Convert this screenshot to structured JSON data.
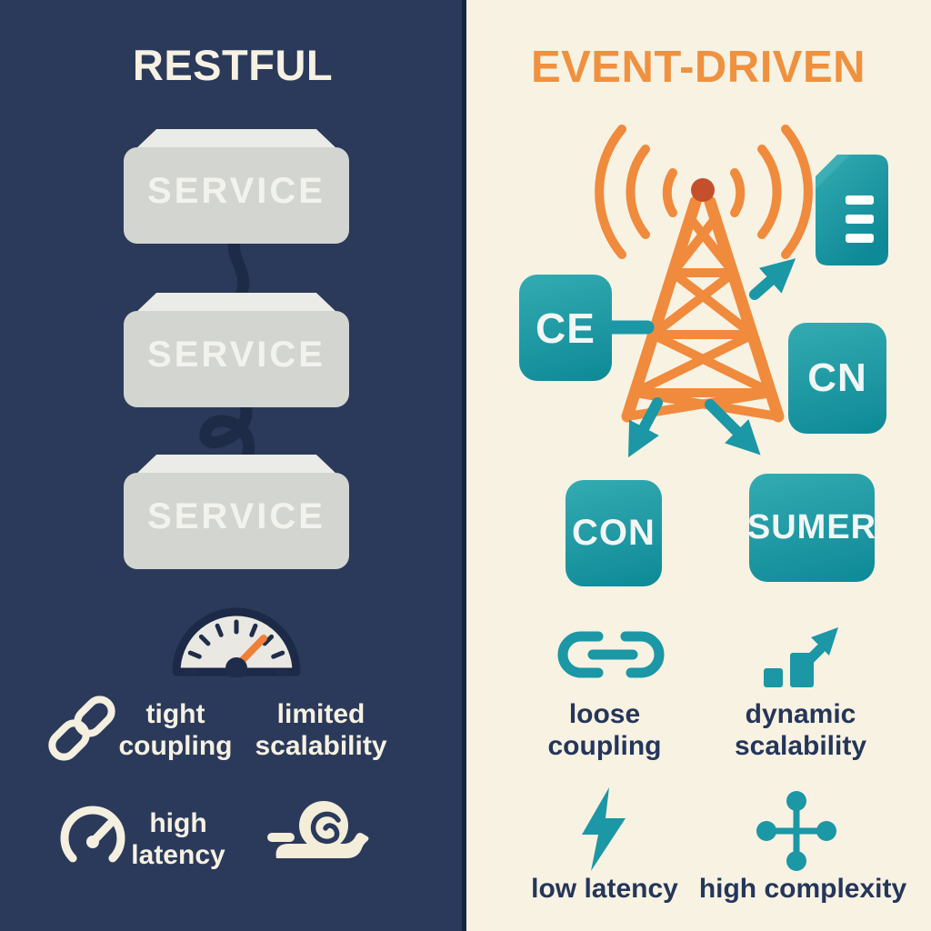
{
  "meta": {
    "kind": "architecture-comparison-infographic"
  },
  "colors": {
    "left_background": "#2b3a5a",
    "right_background": "#f8f2e3",
    "accent_orange": "#ef913e",
    "accent_teal": "#1b97a5",
    "teal_box_gradient_top": "#34abb1",
    "teal_box_gradient_bottom": "#0d8997",
    "service_box_front": "#d3d5d0",
    "service_box_top": "#ebece7",
    "cable_navy": "#1e2b47",
    "tower_red_dot": "#c4502b",
    "left_text": "#f6f1e2",
    "right_text": "#24365a"
  },
  "left": {
    "title": "RESTFUL",
    "services": [
      {
        "label": "SERVICE"
      },
      {
        "label": "SERVICE"
      },
      {
        "label": "SERVICE"
      }
    ],
    "gauge_icon": "speedometer-gauge-icon",
    "features": [
      {
        "icon": "chain-link-icon",
        "line1": "tight",
        "line2": "coupling"
      },
      {
        "icon": "",
        "line1": "limited",
        "line2": "scalability"
      },
      {
        "icon": "gauge-icon",
        "line1": "high",
        "line2": "latency"
      },
      {
        "icon": "snail-icon",
        "line1": "",
        "line2": ""
      }
    ]
  },
  "right": {
    "title": "EVENT-DRIVEN",
    "broker_icon": "radio-tower-icon",
    "event_card_icon": "event-card-icon",
    "nodes": [
      {
        "label": "CE"
      },
      {
        "label": "CN"
      },
      {
        "label": "CON"
      },
      {
        "label": "SUMER"
      }
    ],
    "features": [
      {
        "icon": "broken-chain-icon",
        "line1": "loose",
        "line2": "coupling"
      },
      {
        "icon": "growth-chart-icon",
        "line1": "dynamic",
        "line2": "scalability"
      },
      {
        "icon": "lightning-bolt-icon",
        "line1": "low latency",
        "line2": ""
      },
      {
        "icon": "network-nodes-icon",
        "line1": "high complexity",
        "line2": ""
      }
    ]
  }
}
